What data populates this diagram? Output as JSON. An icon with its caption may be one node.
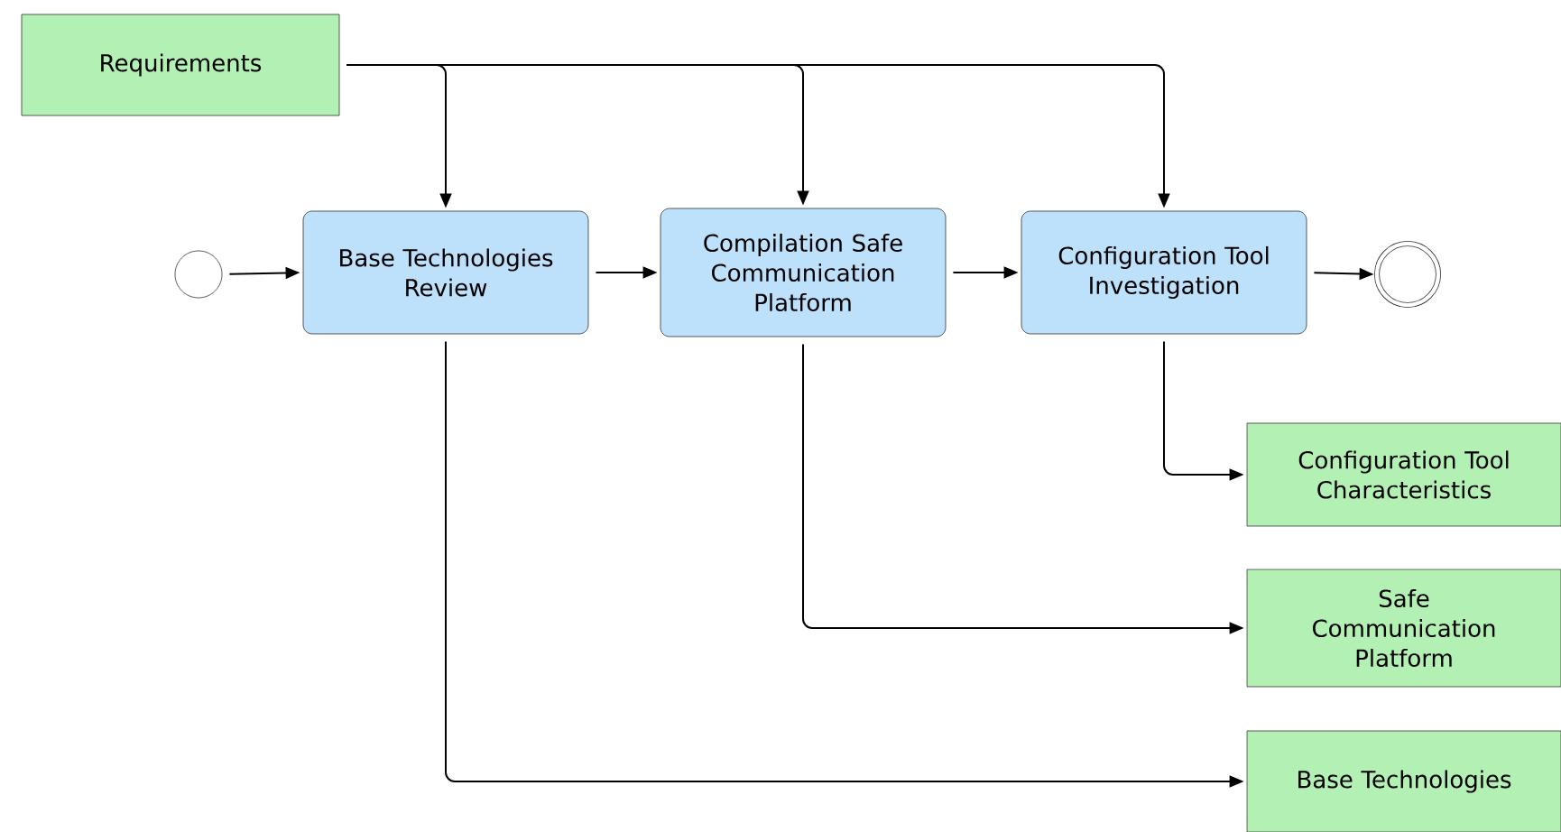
{
  "diagram": {
    "nodes": [
      {
        "text": [
          "Requirements"
        ]
      },
      {
        "text": [],
        "shape": "circle"
      },
      {
        "text": [
          "Base Technologies Review"
        ]
      },
      {
        "text": [
          "Compilation Safe Communication Platform"
        ]
      },
      {
        "text": [
          "Configuration Tool Investigation"
        ]
      },
      {
        "text": [],
        "shape": "circle"
      },
      {
        "text": [
          "Configuration Tool Characteristics"
        ]
      },
      {
        "text": [
          "Safe Communication Platform"
        ]
      },
      {
        "text": [
          "Base Technologies"
        ]
      }
    ],
    "edges": [
      {
        "from": 0,
        "to": 2,
        "arrow": "to"
      },
      {
        "from": 0,
        "to": 3,
        "arrow": "to"
      },
      {
        "from": 0,
        "to": 4,
        "arrow": "to"
      },
      {
        "from": 1,
        "to": 2,
        "arrow": "to"
      },
      {
        "from": 2,
        "to": 3,
        "arrow": "to"
      },
      {
        "from": 3,
        "to": 4,
        "arrow": "to"
      },
      {
        "from": 4,
        "to": 5,
        "arrow": "to"
      },
      {
        "from": 4,
        "to": 6,
        "arrow": "to"
      },
      {
        "from": 3,
        "to": 7,
        "arrow": "to"
      },
      {
        "from": 2,
        "to": 8,
        "arrow": "to"
      }
    ]
  }
}
